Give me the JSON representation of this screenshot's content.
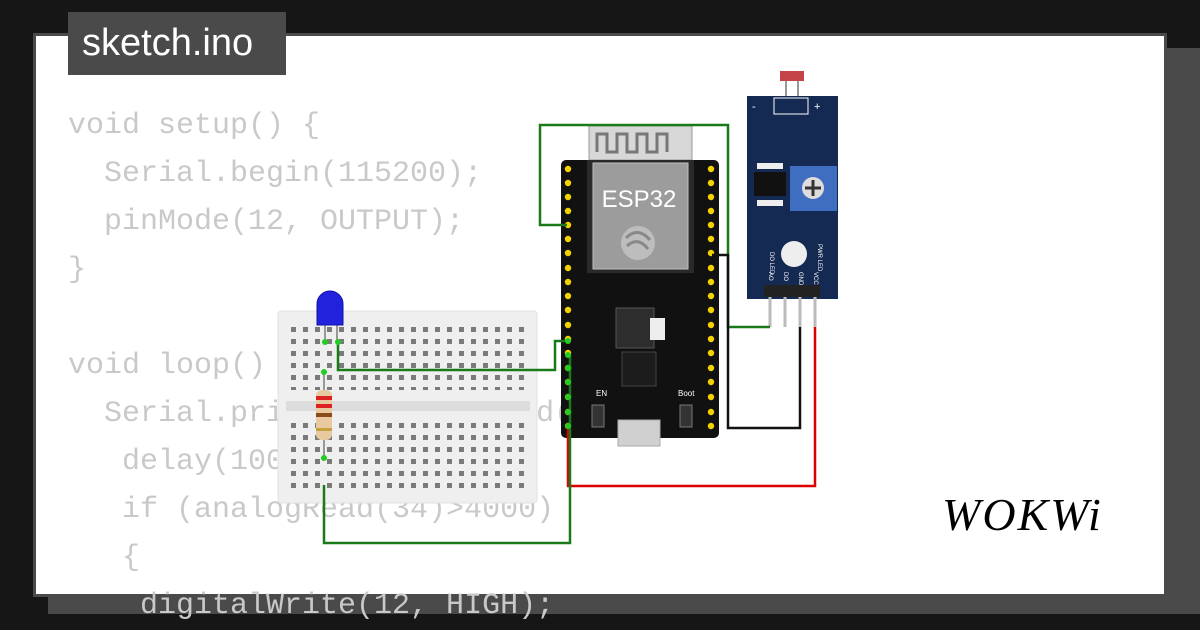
{
  "tab": {
    "filename": "sketch.ino"
  },
  "code": {
    "lines": [
      "void setup() {",
      "  Serial.begin(115200);",
      "  pinMode(12, OUTPUT);",
      "}",
      "",
      "void loop() {",
      "  Serial.println(analogRead(34));",
      "   delay(1000);",
      "   if (analogRead(34)>4000)",
      "   {",
      "    digitalWrite(12, HIGH);"
    ]
  },
  "esp32": {
    "label": "ESP32",
    "en_label": "EN",
    "boot_label": "Boot"
  },
  "ldr_module": {
    "pins": [
      "AO",
      "DO",
      "GND",
      "VCC"
    ],
    "led_labels": [
      "DO LED",
      "PWR LED"
    ]
  },
  "logo": {
    "text": "WOKWi"
  },
  "colors": {
    "wire_green": "#1a7a1a",
    "wire_red": "#dd0000",
    "wire_black": "#111111",
    "led_blue": "#2222dd",
    "module_blue": "#142a52"
  }
}
